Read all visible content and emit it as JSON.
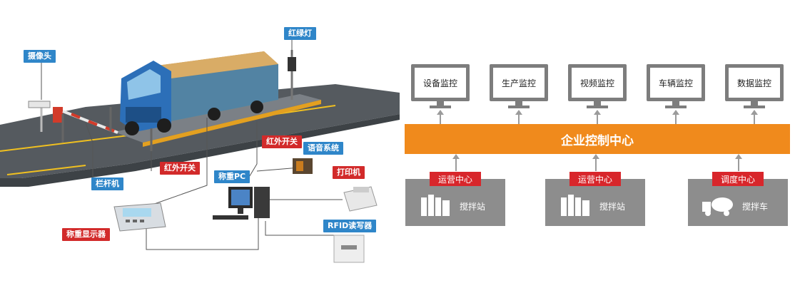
{
  "left_scene": {
    "labels": {
      "camera": "摄像头",
      "traffic_light": "红绿灯",
      "ir_switch_top": "红外开关",
      "voice_system": "语音系统",
      "ir_switch_mid": "红外开关",
      "weigh_pc": "称重PC",
      "printer": "打印机",
      "barrier": "栏杆机",
      "rfid": "RFID读写器",
      "weigh_display": "称重显示器"
    }
  },
  "right_diagram": {
    "monitors": [
      "设备监控",
      "生产监控",
      "视频监控",
      "车辆监控",
      "数据监控"
    ],
    "control_center": "企业控制中心",
    "centers": [
      {
        "label": "运营中心",
        "text": "搅拌站",
        "icon": "mixing-plant-icon"
      },
      {
        "label": "运营中心",
        "text": "搅拌站",
        "icon": "mixing-plant-icon"
      },
      {
        "label": "调度中心",
        "text": "搅拌车",
        "icon": "mixer-truck-icon"
      }
    ],
    "colors": {
      "bar": "#f08a1c",
      "label_red": "#d8262b",
      "gray": "#8d8d8d"
    }
  }
}
